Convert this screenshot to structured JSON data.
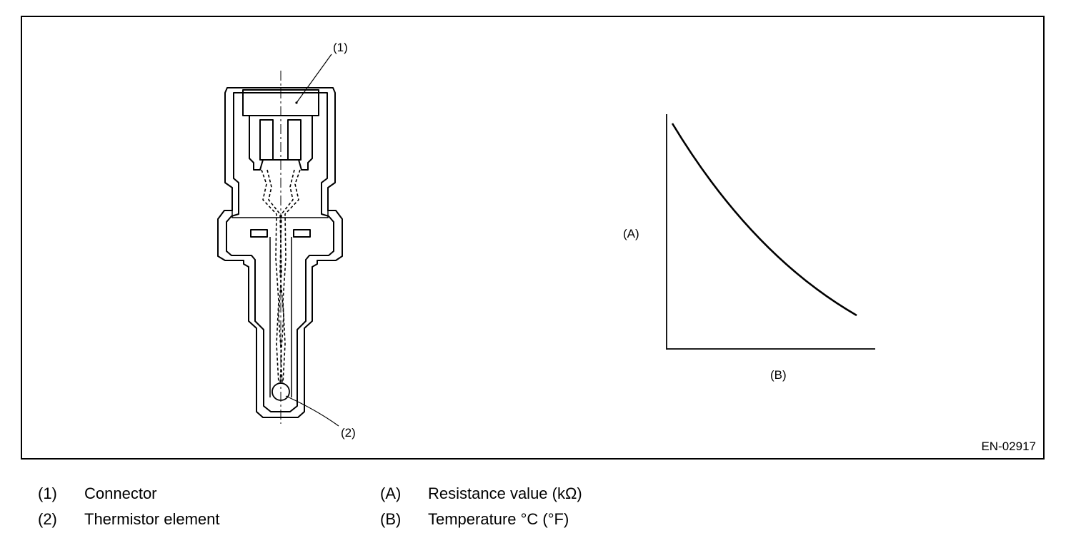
{
  "figure": {
    "id": "EN-02917",
    "callouts": {
      "connector": "(1)",
      "thermistor": "(2)"
    },
    "graph": {
      "y_label": "(A)",
      "x_label": "(B)",
      "trend": "decreasing"
    }
  },
  "legend": [
    {
      "key": "(1)",
      "text": "Connector"
    },
    {
      "key": "(2)",
      "text": "Thermistor element"
    },
    {
      "key": "(A)",
      "text": "Resistance value (kΩ)"
    },
    {
      "key": "(B)",
      "text": "Temperature °C (°F)"
    }
  ]
}
